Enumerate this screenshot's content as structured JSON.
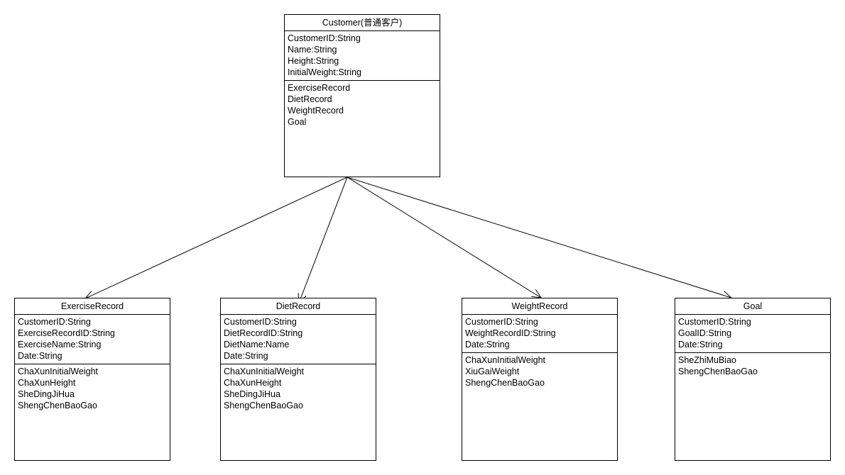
{
  "customer": {
    "title": "Customer(普通客户)",
    "attributes": [
      "CustomerID:String",
      "Name:String",
      "Height:String",
      "InitialWeight:String"
    ],
    "operations": [
      "ExerciseRecord",
      "DietRecord",
      "WeightRecord",
      "Goal"
    ]
  },
  "classes": [
    {
      "id": "exercise",
      "title": "ExerciseRecord",
      "attributes": [
        "CustomerID:String",
        "ExerciseRecordID:String",
        "ExerciseName:String",
        "Date:String"
      ],
      "operations": [
        "ChaXunInitialWeight",
        "ChaXunHeight",
        "SheDingJiHua",
        "ShengChenBaoGao"
      ]
    },
    {
      "id": "diet",
      "title": "DietRecord",
      "attributes": [
        "CustomerID:String",
        "DietRecordID:String",
        "DietName:Name",
        "Date:String"
      ],
      "operations": [
        "ChaXunInitialWeight",
        "ChaXunHeight",
        "SheDingJiHua",
        "ShengChenBaoGao"
      ]
    },
    {
      "id": "weight",
      "title": "WeightRecord",
      "attributes": [
        "CustomerID:String",
        "WeightRecordID:String",
        "Date:String"
      ],
      "operations": [
        "ChaXunInitialWeight",
        "XiuGaiWeight",
        "ShengChenBaoGao"
      ]
    },
    {
      "id": "goal",
      "title": "Goal",
      "attributes": [
        "CustomerID:String",
        "GoalID:String",
        "Date:String"
      ],
      "operations": [
        "SheZhiMuBiao",
        "ShengChenBaoGao"
      ]
    }
  ]
}
